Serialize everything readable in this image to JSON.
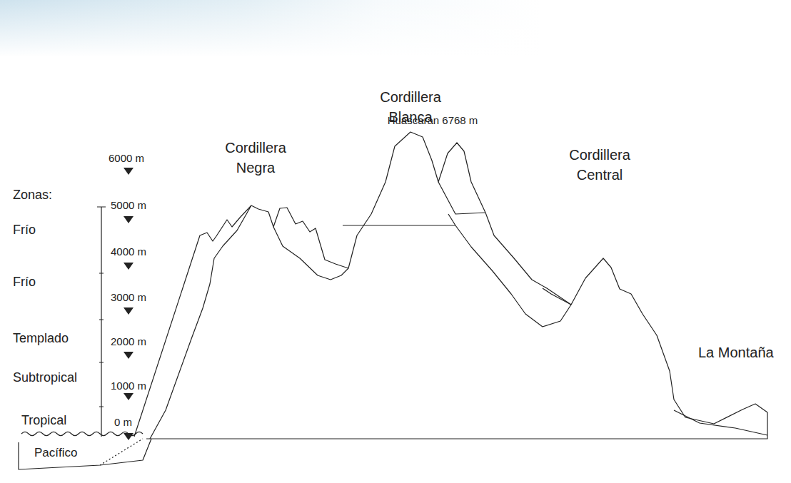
{
  "diagram": {
    "labels": [
      "Cordillera Blanca",
      "Huascaran 6768 m",
      "Cordillera Negra",
      "Cordillera Central",
      "6000 m",
      "Zonas:",
      "5000 m",
      "Frío",
      "4000 m",
      "Frío",
      "3000 m",
      "Templado",
      "2000 m",
      "Subtropical",
      "1000 m",
      "La Montaña",
      "Tropical",
      "0 m",
      "Pacífico"
    ]
  }
}
